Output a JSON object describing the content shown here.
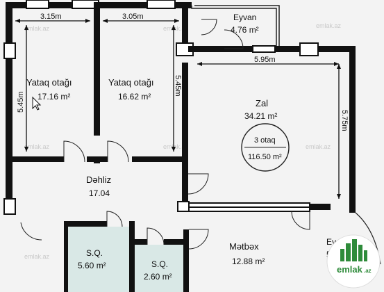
{
  "rooms": {
    "bedroom1": {
      "name": "Yataq otağı",
      "area": "17.16 m²"
    },
    "bedroom2": {
      "name": "Yataq otağı",
      "area": "16.62 m²"
    },
    "balcony_top": {
      "name": "Eyvan",
      "area": "4.76 m²"
    },
    "hall": {
      "name": "Zal",
      "area": "34.21 m²"
    },
    "corridor": {
      "name": "Dəhliz",
      "area": "17.04"
    },
    "bath1": {
      "name": "S.Q.",
      "area": "5.60 m²"
    },
    "bath2": {
      "name": "S.Q.",
      "area": "2.60 m²"
    },
    "kitchen": {
      "name": "Mətbəx",
      "area": "12.88 m²"
    },
    "balcony_right": {
      "name": "Ey",
      "area": "5."
    }
  },
  "dimensions": {
    "bedroom1_width": "3.15m",
    "bedroom2_width": "3.05m",
    "bedroom1_height": "5.45m",
    "bedroom2_height": "5.45m",
    "hall_width": "5.95m",
    "hall_height": "5.75m"
  },
  "summary": {
    "rooms": "3 otaq",
    "total": "116.50 m²"
  },
  "watermark": "emlak.az",
  "logo": {
    "text": "emlak",
    "suffix": ".az"
  },
  "colors": {
    "wall": "#111111",
    "stroke": "#222222",
    "bath_fill": "#d9e8e6",
    "logo_green": "#2e8b3a"
  }
}
